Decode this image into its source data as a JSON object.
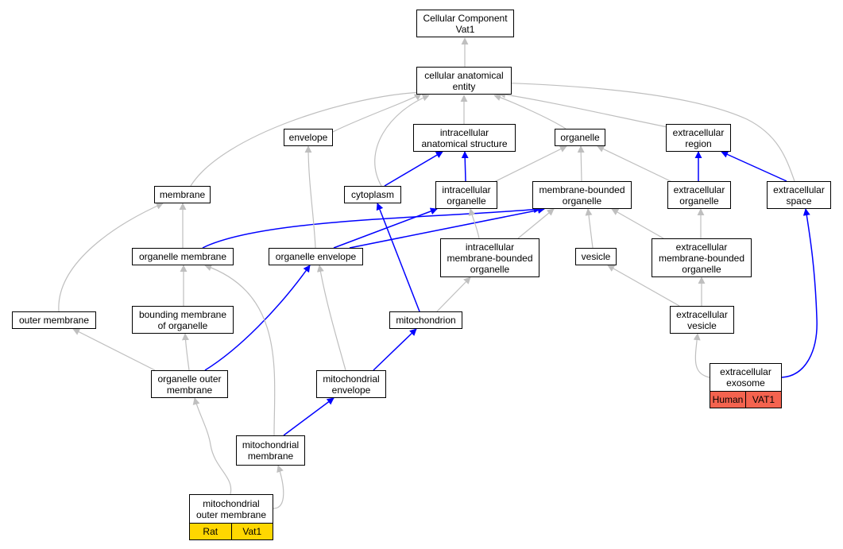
{
  "colors": {
    "edge_gray": "#bfbfbf",
    "edge_blue": "#0000ff",
    "human_tag": "#f4634f",
    "rat_tag": "#ffd700"
  },
  "nodes": {
    "cellular_component": "Cellular Component\nVat1",
    "cellular_anatomical_entity": "cellular anatomical\nentity",
    "envelope": "envelope",
    "intracellular_anatomical_structure": "intracellular\nanatomical structure",
    "organelle": "organelle",
    "extracellular_region": "extracellular\nregion",
    "membrane": "membrane",
    "cytoplasm": "cytoplasm",
    "intracellular_organelle": "intracellular\norganelle",
    "membrane_bounded_organelle": "membrane-bounded\norganelle",
    "extracellular_organelle": "extracellular\norganelle",
    "extracellular_space": "extracellular\nspace",
    "organelle_membrane": "organelle membrane",
    "organelle_envelope": "organelle envelope",
    "intracellular_membrane_bounded_organelle": "intracellular\nmembrane-bounded\norganelle",
    "vesicle": "vesicle",
    "extracellular_membrane_bounded_organelle": "extracellular\nmembrane-bounded\norganelle",
    "outer_membrane": "outer membrane",
    "bounding_membrane_of_organelle": "bounding membrane\nof organelle",
    "mitochondrion": "mitochondrion",
    "extracellular_vesicle": "extracellular\nvesicle",
    "organelle_outer_membrane": "organelle outer\nmembrane",
    "mitochondrial_envelope": "mitochondrial\nenvelope",
    "extracellular_exosome": "extracellular\nexosome",
    "mitochondrial_membrane": "mitochondrial\nmembrane",
    "mitochondrial_outer_membrane": "mitochondrial\nouter membrane"
  },
  "annotations": {
    "extracellular_exosome": [
      "Human",
      "VAT1"
    ],
    "mitochondrial_outer_membrane": [
      "Rat",
      "Vat1"
    ]
  },
  "edges": [
    {
      "from": "cellular_anatomical_entity",
      "to": "cellular_component",
      "kind": "is_a"
    },
    {
      "from": "envelope",
      "to": "cellular_anatomical_entity",
      "kind": "is_a"
    },
    {
      "from": "intracellular_anatomical_structure",
      "to": "cellular_anatomical_entity",
      "kind": "is_a"
    },
    {
      "from": "organelle",
      "to": "cellular_anatomical_entity",
      "kind": "is_a"
    },
    {
      "from": "extracellular_region",
      "to": "cellular_anatomical_entity",
      "kind": "is_a"
    },
    {
      "from": "membrane",
      "to": "cellular_anatomical_entity",
      "kind": "is_a"
    },
    {
      "from": "cytoplasm",
      "to": "cellular_anatomical_entity",
      "kind": "is_a"
    },
    {
      "from": "extracellular_space",
      "to": "cellular_anatomical_entity",
      "kind": "is_a"
    },
    {
      "from": "cytoplasm",
      "to": "intracellular_anatomical_structure",
      "kind": "part_of"
    },
    {
      "from": "intracellular_organelle",
      "to": "intracellular_anatomical_structure",
      "kind": "part_of"
    },
    {
      "from": "intracellular_organelle",
      "to": "organelle",
      "kind": "is_a"
    },
    {
      "from": "membrane_bounded_organelle",
      "to": "organelle",
      "kind": "is_a"
    },
    {
      "from": "extracellular_organelle",
      "to": "organelle",
      "kind": "is_a"
    },
    {
      "from": "extracellular_organelle",
      "to": "extracellular_region",
      "kind": "part_of"
    },
    {
      "from": "extracellular_space",
      "to": "extracellular_region",
      "kind": "part_of"
    },
    {
      "from": "organelle_membrane",
      "to": "membrane",
      "kind": "is_a"
    },
    {
      "from": "outer_membrane",
      "to": "membrane",
      "kind": "is_a"
    },
    {
      "from": "organelle_membrane",
      "to": "membrane_bounded_organelle",
      "kind": "part_of"
    },
    {
      "from": "organelle_envelope",
      "to": "envelope",
      "kind": "is_a"
    },
    {
      "from": "organelle_envelope",
      "to": "intracellular_organelle",
      "kind": "part_of"
    },
    {
      "from": "organelle_envelope",
      "to": "membrane_bounded_organelle",
      "kind": "part_of"
    },
    {
      "from": "intracellular_membrane_bounded_organelle",
      "to": "intracellular_organelle",
      "kind": "is_a"
    },
    {
      "from": "intracellular_membrane_bounded_organelle",
      "to": "membrane_bounded_organelle",
      "kind": "is_a"
    },
    {
      "from": "vesicle",
      "to": "membrane_bounded_organelle",
      "kind": "is_a"
    },
    {
      "from": "extracellular_membrane_bounded_organelle",
      "to": "membrane_bounded_organelle",
      "kind": "is_a"
    },
    {
      "from": "extracellular_membrane_bounded_organelle",
      "to": "extracellular_organelle",
      "kind": "is_a"
    },
    {
      "from": "bounding_membrane_of_organelle",
      "to": "organelle_membrane",
      "kind": "is_a"
    },
    {
      "from": "mitochondrion",
      "to": "intracellular_membrane_bounded_organelle",
      "kind": "is_a"
    },
    {
      "from": "mitochondrion",
      "to": "cytoplasm",
      "kind": "part_of"
    },
    {
      "from": "extracellular_vesicle",
      "to": "vesicle",
      "kind": "is_a"
    },
    {
      "from": "extracellular_vesicle",
      "to": "extracellular_membrane_bounded_organelle",
      "kind": "is_a"
    },
    {
      "from": "organelle_outer_membrane",
      "to": "outer_membrane",
      "kind": "is_a"
    },
    {
      "from": "organelle_outer_membrane",
      "to": "bounding_membrane_of_organelle",
      "kind": "is_a"
    },
    {
      "from": "organelle_outer_membrane",
      "to": "organelle_envelope",
      "kind": "part_of"
    },
    {
      "from": "mitochondrial_envelope",
      "to": "organelle_envelope",
      "kind": "is_a"
    },
    {
      "from": "mitochondrial_envelope",
      "to": "mitochondrion",
      "kind": "part_of"
    },
    {
      "from": "extracellular_exosome",
      "to": "extracellular_vesicle",
      "kind": "is_a"
    },
    {
      "from": "extracellular_exosome",
      "to": "extracellular_space",
      "kind": "part_of"
    },
    {
      "from": "mitochondrial_membrane",
      "to": "organelle_membrane",
      "kind": "is_a"
    },
    {
      "from": "mitochondrial_membrane",
      "to": "mitochondrial_envelope",
      "kind": "part_of"
    },
    {
      "from": "mitochondrial_outer_membrane",
      "to": "organelle_outer_membrane",
      "kind": "is_a"
    },
    {
      "from": "mitochondrial_outer_membrane",
      "to": "mitochondrial_membrane",
      "kind": "is_a"
    }
  ]
}
